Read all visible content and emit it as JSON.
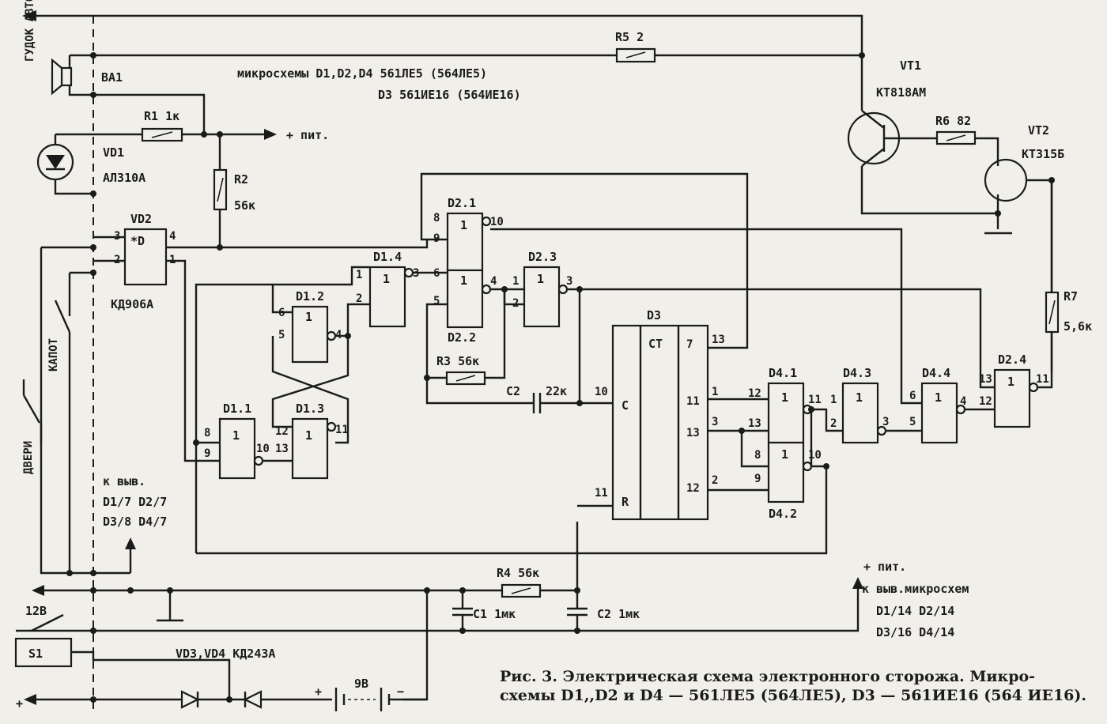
{
  "note_chips": "микросхемы D1,D2,D4 561ЛЕ5 (564ЛЕ5)",
  "note_chips2": "D3 561ИЕ16 (564ИЕ16)",
  "horn": "ГУДОК АВТОМ.",
  "ba1": "BA1",
  "r1": "R1 1к",
  "r2": "R2",
  "r2v": "56к",
  "r3": "R3 56к",
  "r4": "R4 56к",
  "r5": "R5 2",
  "r6": "R6 82",
  "r7": "R7",
  "r7v": "5,6к",
  "vd1": "VD1",
  "vd1t": "АЛ310А",
  "vd2": "VD2",
  "vd2t": "КД906А",
  "vd2mark": "*D",
  "vt1": "VT1",
  "vt1t": "КТ818АМ",
  "vt2": "VT2",
  "vt2t": "КТ315Б",
  "pwr_top": "+ пит.",
  "hood": "КАПОТ",
  "doors": "ДВЕРИ",
  "kvyv": "к выв.",
  "kvyv1": "D1/7 D2/7",
  "kvyv2": "D3/8 D4/7",
  "pwr_right": "+ пит.",
  "kvyv_mc": "к выв.микросхем",
  "mc1": "D1/14 D2/14",
  "mc2": "D3/16 D4/14",
  "v12": "12В",
  "s1": "S1",
  "vd34": "VD3,VD4 КД243А",
  "c1": "C1 1мк",
  "c2a": "C2",
  "c2b": "22к",
  "c2c": "C2 1мк",
  "bat": "9В",
  "plus_left": "+",
  "bat_plus": "+",
  "bat_minus": "−",
  "d11": "D1.1",
  "d12": "D1.2",
  "d13": "D1.3",
  "d14": "D1.4",
  "d21": "D2.1",
  "d22": "D2.2",
  "d23": "D2.3",
  "d24": "D2.4",
  "d3": "D3",
  "d41": "D4.1",
  "d42": "D4.2",
  "d43": "D4.3",
  "d44": "D4.4",
  "ct": "CT",
  "c_in": "C",
  "r_in": "R",
  "one": "1",
  "caption1": "Рис. 3. Электрическая схема электронного сторожа. Микро-",
  "caption2": "схемы D1,,D2 и D4 — 561ЛЕ5 (564ЛЕ5), D3 — 561ИЕ16 (564 ИЕ16).",
  "pins": {
    "p1": "1",
    "p2": "2",
    "p3": "3",
    "p4": "4",
    "p5": "5",
    "p6": "6",
    "p7": "7",
    "p8": "8",
    "p9": "9",
    "p10": "10",
    "p11": "11",
    "p12": "12",
    "p13": "13"
  }
}
